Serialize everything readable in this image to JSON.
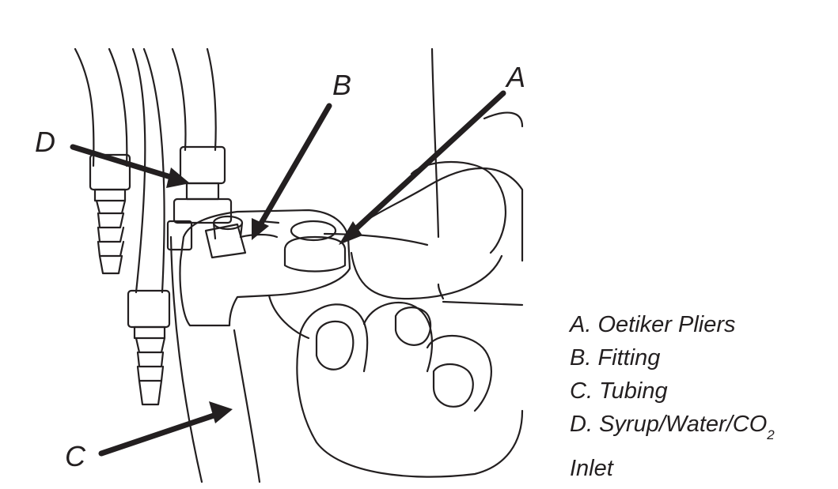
{
  "callouts": {
    "a": "A",
    "b": "B",
    "c": "C",
    "d": "D"
  },
  "legend": {
    "items": [
      {
        "letter": "A.",
        "text": "Oetiker Pliers"
      },
      {
        "letter": "B.",
        "text": "Fitting"
      },
      {
        "letter": "C.",
        "text": "Tubing"
      },
      {
        "letter": "D.",
        "text": "Syrup/Water/CO",
        "subscript": "2"
      },
      {
        "text": "Inlet"
      }
    ]
  },
  "colors": {
    "line": "#231f20",
    "background": "#ffffff"
  }
}
